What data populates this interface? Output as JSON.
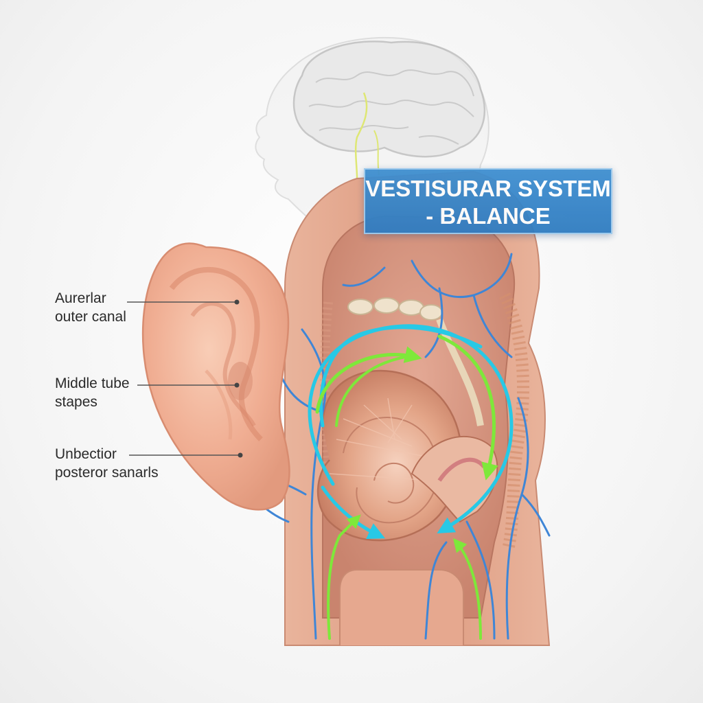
{
  "title": {
    "line1": "VESTISURAR SYSTEM",
    "line2": "- BALANCE"
  },
  "callouts": [
    {
      "line1": "Aurerlar",
      "line2": "outer canal"
    },
    {
      "line1": "Middle tube",
      "line2": "stapes"
    },
    {
      "line1": "Unbectior",
      "line2": "posteror sanarls"
    }
  ],
  "colors": {
    "title_background": "#2f7cc1",
    "skin": "#f2b59a",
    "tissue": "#d98f77",
    "cochlea": "#d99a7f",
    "nerve_blue": "#3f86d6",
    "arrow_cyan": "#27c9e6",
    "arrow_green": "#7ee83a",
    "brain": "#dcdcdc"
  },
  "icons": [
    "brain-outline-icon",
    "head-silhouette-icon",
    "ear-icon",
    "cochlea-icon",
    "circular-arrow-icon"
  ]
}
